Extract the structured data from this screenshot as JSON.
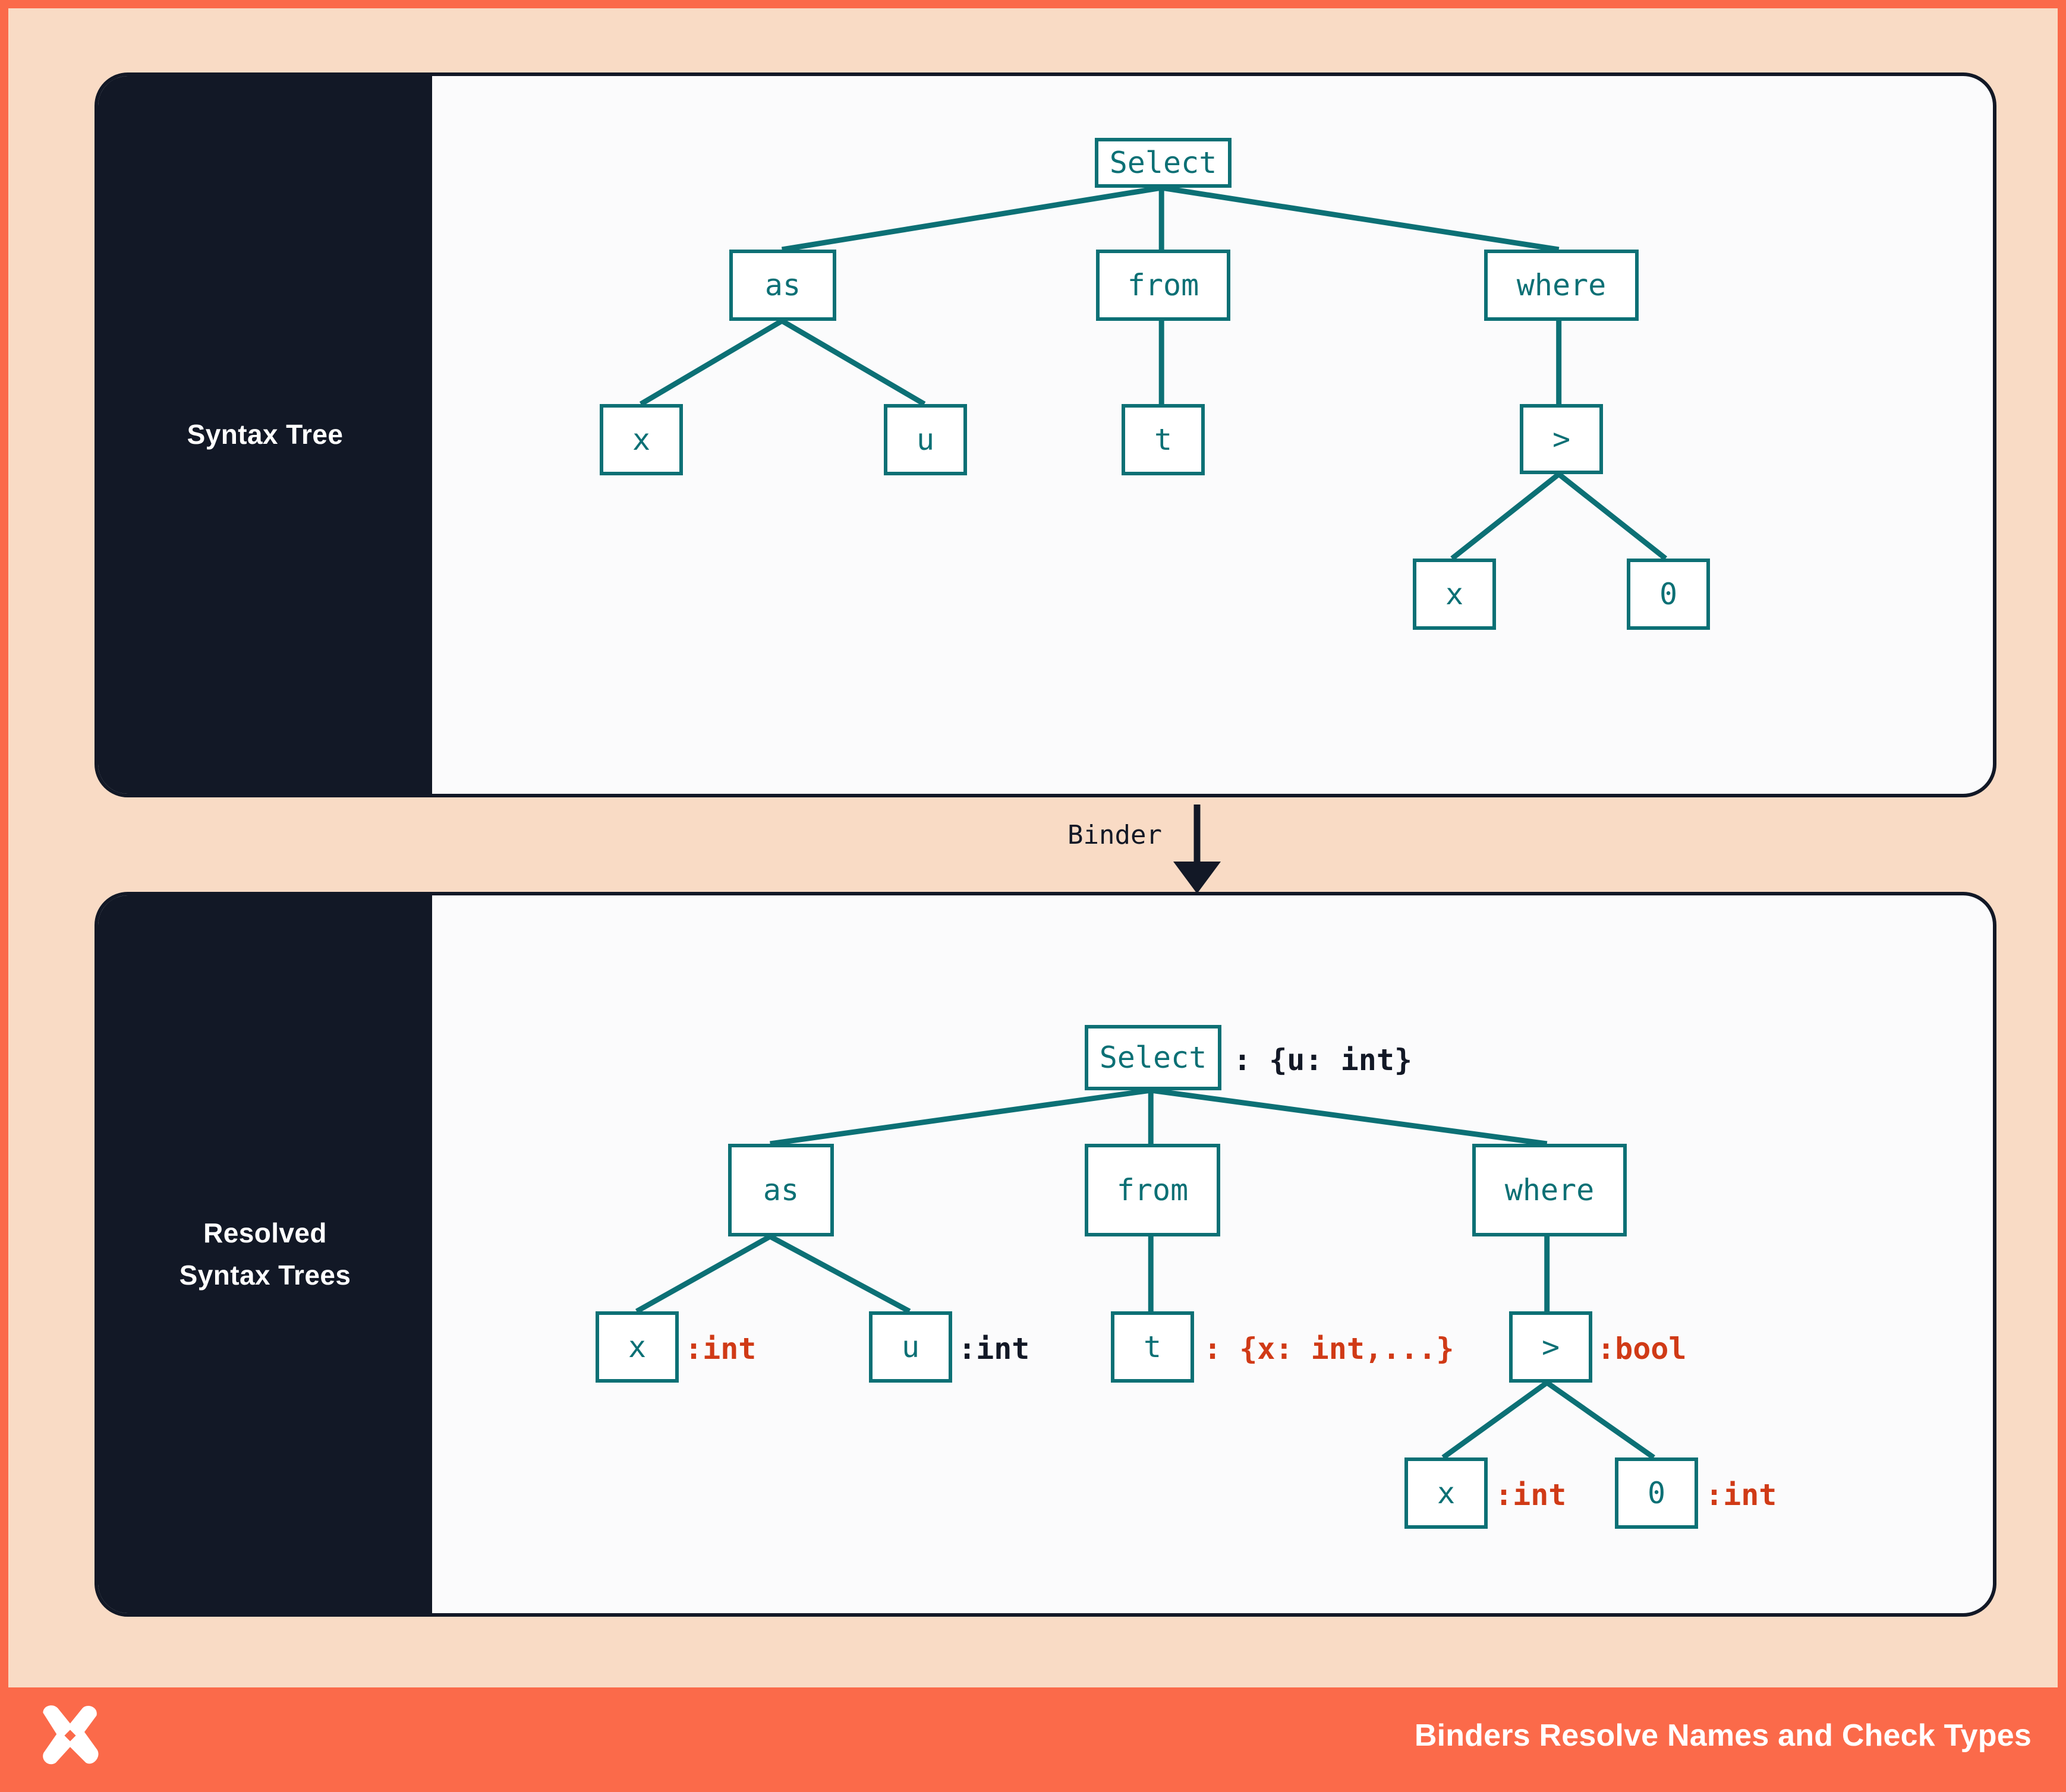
{
  "theme": {
    "background": "#F9DBC5",
    "frame_border": "#FB6A4A",
    "panel_border": "#121826",
    "panel_fill": "#FBFBFC",
    "sidebar_fill": "#121826",
    "node_stroke": "#0C7075",
    "node_text": "#0C7075",
    "annotation_dark": "#121826",
    "annotation_red": "#D03A16",
    "footer_fill": "#FB6A4A",
    "footer_text": "#FFFFFF"
  },
  "panels": [
    {
      "id": "syntax-tree",
      "sidebar_label": "Syntax Tree",
      "sidebar_lines": [
        "Syntax Tree"
      ]
    },
    {
      "id": "resolved-syntax-trees",
      "sidebar_label": "Resolved Syntax Trees",
      "sidebar_lines": [
        "Resolved",
        "Syntax Trees"
      ]
    }
  ],
  "connector": {
    "label": "Binder",
    "direction": "down",
    "color": "#121826"
  },
  "syntax_tree": {
    "nodes": [
      {
        "id": "select",
        "label": "Select"
      },
      {
        "id": "as",
        "label": "as"
      },
      {
        "id": "from",
        "label": "from"
      },
      {
        "id": "where",
        "label": "where"
      },
      {
        "id": "as-x",
        "label": "x"
      },
      {
        "id": "as-u",
        "label": "u"
      },
      {
        "id": "from-t",
        "label": "t"
      },
      {
        "id": "gt",
        "label": ">"
      },
      {
        "id": "gt-x",
        "label": "x"
      },
      {
        "id": "gt-0",
        "label": "0"
      }
    ],
    "edges": [
      [
        "select",
        "as"
      ],
      [
        "select",
        "from"
      ],
      [
        "select",
        "where"
      ],
      [
        "as",
        "as-x"
      ],
      [
        "as",
        "as-u"
      ],
      [
        "from",
        "from-t"
      ],
      [
        "where",
        "gt"
      ],
      [
        "gt",
        "gt-x"
      ],
      [
        "gt",
        "gt-0"
      ]
    ]
  },
  "resolved_syntax_tree": {
    "nodes": [
      {
        "id": "r-select",
        "label": "Select",
        "annotation": ": {u: int}",
        "annotation_color": "dark"
      },
      {
        "id": "r-as",
        "label": "as",
        "annotation": "",
        "annotation_color": ""
      },
      {
        "id": "r-from",
        "label": "from",
        "annotation": "",
        "annotation_color": ""
      },
      {
        "id": "r-where",
        "label": "where",
        "annotation": "",
        "annotation_color": ""
      },
      {
        "id": "r-as-x",
        "label": "x",
        "annotation": ":int",
        "annotation_color": "red"
      },
      {
        "id": "r-as-u",
        "label": "u",
        "annotation": ":int",
        "annotation_color": "dark"
      },
      {
        "id": "r-from-t",
        "label": "t",
        "annotation": ": {x: int,...}",
        "annotation_color": "red"
      },
      {
        "id": "r-gt",
        "label": ">",
        "annotation": ":bool",
        "annotation_color": "red"
      },
      {
        "id": "r-gt-x",
        "label": "x",
        "annotation": ":int",
        "annotation_color": "red"
      },
      {
        "id": "r-gt-0",
        "label": "0",
        "annotation": ":int",
        "annotation_color": "red"
      }
    ],
    "edges": [
      [
        "r-select",
        "r-as"
      ],
      [
        "r-select",
        "r-from"
      ],
      [
        "r-select",
        "r-where"
      ],
      [
        "r-as",
        "r-as-x"
      ],
      [
        "r-as",
        "r-as-u"
      ],
      [
        "r-from",
        "r-from-t"
      ],
      [
        "r-where",
        "r-gt"
      ],
      [
        "r-gt",
        "r-gt-x"
      ],
      [
        "r-gt",
        "r-gt-0"
      ]
    ]
  },
  "footer": {
    "title": "Binders Resolve Names and Check Types",
    "logo_name": "x-mark-logo"
  }
}
